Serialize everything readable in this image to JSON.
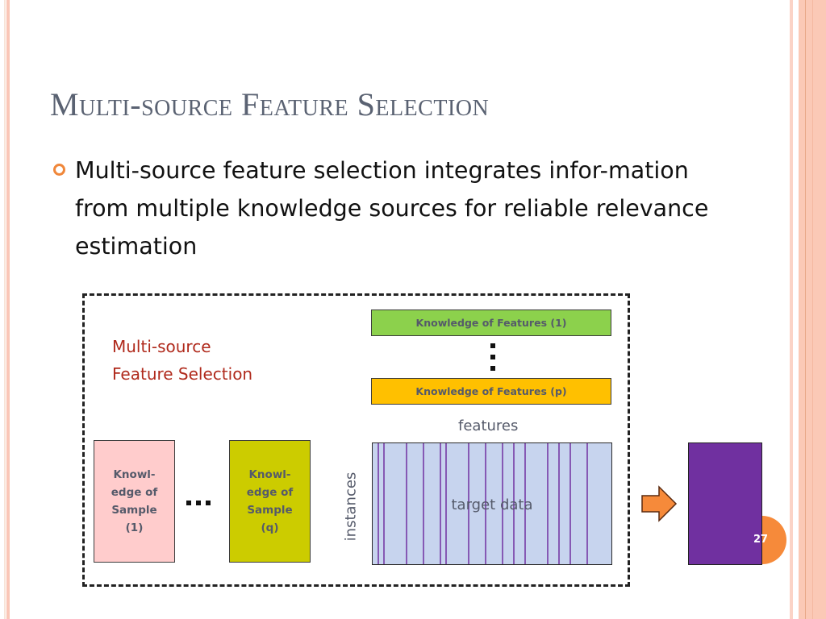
{
  "slide": {
    "title": "Multi-source Feature Selection",
    "bullets": [
      "Multi-source feature selection integrates infor-mation from multiple knowledge sources for reliable relevance estimation"
    ],
    "page_number": "27"
  },
  "diagram": {
    "title_line1": "Multi-source",
    "title_line2": "Feature Selection",
    "feature_knowledge": [
      {
        "label": "Knowledge of Features  (1)",
        "color": "#8cd14c"
      },
      {
        "label": "Knowledge of Features (p)",
        "color": "#ffc000"
      }
    ],
    "features_label": "features",
    "instances_label": "instances",
    "target_label": "target data",
    "sample_knowledge": [
      {
        "label_lines": [
          "Knowl-",
          "edge of",
          "Sample",
          "(1)"
        ],
        "color": "#ffcccc"
      },
      {
        "label_lines": [
          "Knowl-",
          "edge of",
          "Sample",
          "(q)"
        ],
        "color": "#cccc00"
      }
    ],
    "target_fill": "#c7d4ee",
    "result_fill": "#7030a0",
    "arrow_fill": "#f68a3a"
  },
  "theme": {
    "accent": "#f68a3a",
    "title_color": "#5a6272",
    "diagram_title_color": "#b02a1c"
  }
}
